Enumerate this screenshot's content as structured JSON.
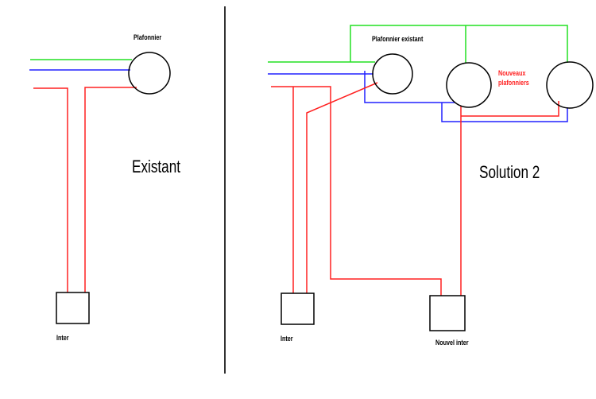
{
  "left_panel": {
    "fixture_label": "Plafonnier",
    "title": "Existant",
    "switch_label": "Inter"
  },
  "right_panel": {
    "existing_fixture_label": "Plafonnier existant",
    "new_fixtures_label_line1": "Nouveaux",
    "new_fixtures_label_line2": "plafonniers",
    "title": "Solution 2",
    "switch_label": "Inter",
    "new_switch_label": "Nouvel inter"
  },
  "colors": {
    "earth": "#22e022",
    "neutral": "#2020ff",
    "phase": "#ff2020",
    "outline": "#000000"
  }
}
